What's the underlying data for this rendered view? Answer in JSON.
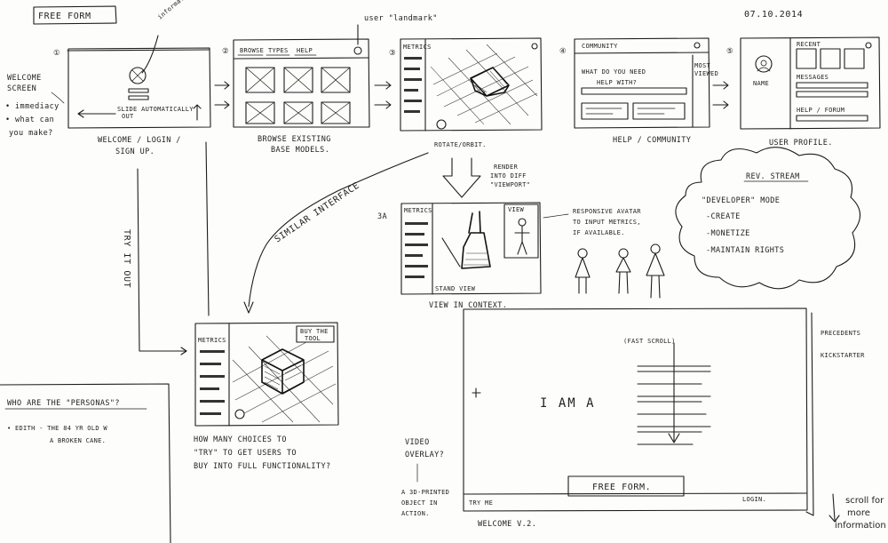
{
  "header": {
    "title": "FREE FORM",
    "date": "07.10.2014"
  },
  "frames": {
    "f1": {
      "number": "①",
      "info_callout": "information tip?",
      "slide_text_1": "SLIDE AUTOMATICALLY",
      "slide_text_2": "OUT",
      "caption_1": "WELCOME / LOGIN /",
      "caption_2": "SIGN UP."
    },
    "f2": {
      "number": "②",
      "tabs": [
        "BROWSE",
        "TYPES",
        "HELP"
      ],
      "caption_1": "BROWSE EXISTING",
      "caption_2": "BASE MODELS."
    },
    "f3": {
      "number": "③",
      "metrics_label": "METRICS",
      "user_callout": "user \"landmark\"",
      "caption": "ROTATE/ORBIT."
    },
    "f3a": {
      "number": "3A",
      "metrics_label": "METRICS",
      "view_label": "VIEW",
      "stand_label": "STAND VIEW",
      "caption": "VIEW IN CONTEXT.",
      "render_note_1": "RENDER",
      "render_note_2": "INTO DIFF",
      "render_note_3": "\"VIEWPORT\"",
      "avatar_note_1": "RESPONSIVE AVATAR",
      "avatar_note_2": "TO INPUT METRICS,",
      "avatar_note_3": "IF AVAILABLE."
    },
    "f4": {
      "number": "④",
      "header_label": "COMMUNITY",
      "question_1": "WHAT DO YOU NEED",
      "question_2": "HELP WITH?",
      "side_label_1": "MOST",
      "side_label_2": "VIEWED",
      "caption": "HELP / COMMUNITY"
    },
    "f5": {
      "number": "⑤",
      "recent_label": "RECENT",
      "name_label": "NAME",
      "messages_label": "MESSAGES",
      "help_label": "HELP / FORUM",
      "caption": "USER PROFILE."
    },
    "try": {
      "metrics_label": "METRICS",
      "buy_label_1": "BUY THE",
      "buy_label_2": "TOOL",
      "caption_1": "HOW MANY CHOICES TO",
      "caption_2": "\"TRY\" TO GET USERS TO",
      "caption_3": "BUY INTO FULL FUNCTIONALITY?"
    },
    "welcome2": {
      "fast_scroll": "(FAST SCROLL)",
      "headline": "I AM A",
      "try_me": "TRY ME",
      "free_form_button": "FREE FORM.",
      "login": "LOGIN.",
      "caption": "WELCOME V.2.",
      "precedents_1": "PRECEDENTS",
      "precedents_2": "KICKSTARTER",
      "scroll_note_1": "scroll for",
      "scroll_note_2": "more",
      "scroll_note_3": "information"
    }
  },
  "notes": {
    "welcome_screen": [
      "WELCOME",
      "SCREEN",
      "• immediacy",
      "• what can",
      "you make?"
    ],
    "similar_interface": "SIMILAR INTERFACE",
    "try_it_out": "TRY IT OUT",
    "rev_stream": {
      "title": "REV. STREAM",
      "line_1": "\"DEVELOPER\" MODE",
      "line_2": "-CREATE",
      "line_3": "-MONETIZE",
      "line_4": "-MAINTAIN RIGHTS"
    },
    "personas": {
      "title": "WHO ARE THE \"PERSONAS\"?",
      "line_1": "• EDITH - THE 84 YR OLD W",
      "line_2": "A BROKEN CANE."
    },
    "video": {
      "line_1": "VIDEO",
      "line_2": "OVERLAY?",
      "line_3": "A 3D-PRINTED",
      "line_4": "OBJECT IN",
      "line_5": "ACTION."
    }
  }
}
